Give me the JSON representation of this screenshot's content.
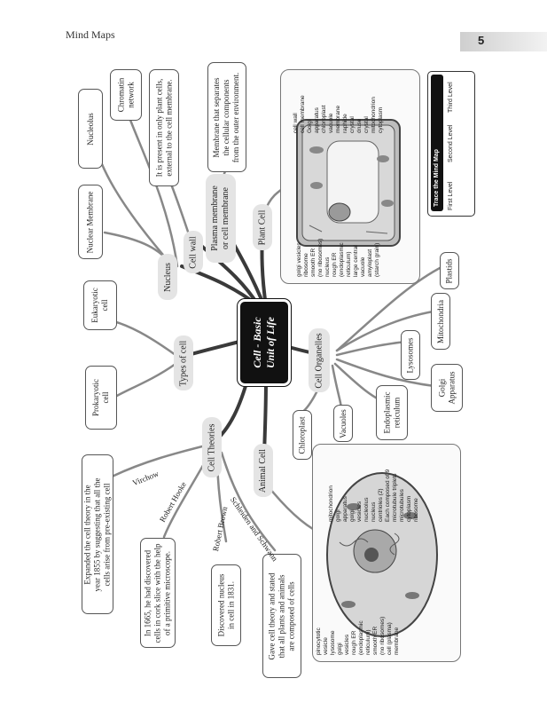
{
  "header": {
    "section": "Mind Maps",
    "page_number": "5"
  },
  "center": {
    "line1": "Cell - Basic",
    "line2": "Unit of Life"
  },
  "branches": {
    "nucleus": "Nucleus",
    "cell_wall": "Cell wall",
    "plasma_membrane": "Plasma membrane\nor cell membrane",
    "plant_cell": "Plant Cell",
    "types_of_cell": "Types of cell",
    "cell_theories": "Cell Theories",
    "animal_cell": "Animal Cell",
    "cell_organelles": "Cell Organelles"
  },
  "leaves": {
    "nucleolus": "Nucleolus",
    "chromatin_network": "Chromatin\nnetwork",
    "nuclear_membrane": "Nuclear Membrane",
    "cell_wall_desc": "It is present in only plant cells,\nexternal to the cell membrane.",
    "membrane_desc": "Membrane that separates\nthe cellular components\nfrom the outer environment.",
    "eukaryotic": "Eukaryotic\ncell",
    "prokaryotic": "Prokaryotic\ncell",
    "virchow_desc": "Expanded the cell theory in the\nyear 1855 by suggesting that all the\ncells arise from pre-existing cell",
    "hooke_desc": "In 1665, he had discovered\ncells in cork slice with the help\nof a primitive microscope.",
    "brown_desc": "Discovered nucleus\nin cell in 1831.",
    "schleiden_desc": "Gave cell theory and stated\nthat all plants and animals\nare composed of cells",
    "chloroplast": "Chloroplast",
    "vacuoles": "Vacuoles",
    "er": "Endoplasmic\nreticulum",
    "golgi": "Golgi\nApparatus",
    "lysosomes": "Lysosomes",
    "mitochondria": "Mitochondria",
    "plastids": "Plastids"
  },
  "scientists": {
    "virchow": "Virchow",
    "hooke": "Robert Hooke",
    "brown": "Robert Brown",
    "schleiden": "Schleiden and Schwann"
  },
  "plant_labels_top": [
    "cell wall",
    "cell membrane",
    "Golgi",
    "apparatus",
    "chloroplast",
    "vacuole",
    "membrane",
    "raphide",
    "crystal",
    "druse",
    "crystal",
    "mitochondrion",
    "cytoplasm"
  ],
  "plant_labels_bottom": [
    "golgi vesicles",
    "ribosome",
    "smooth ER",
    "(no ribosomes)",
    "nucleus",
    "rough ER",
    "(endoplasmic",
    "reticulum)",
    "large central",
    "vacuole",
    "amyloplast",
    "(starch grain)"
  ],
  "animal_labels_top": [
    "mitochondrion",
    "golgi",
    "apparatus",
    "golgi",
    "vesicles",
    "nucleolus",
    "nucleus",
    "centrioles (2)",
    "Each composed of 9",
    "microtubule triplets",
    "microtubules",
    "cytoplasm",
    "ribosome"
  ],
  "animal_labels_bottom": [
    "pinocytotic",
    "vesicle",
    "lysosome",
    "golgi",
    "vesicles",
    "rough ER",
    "(endoplasmic",
    "reticulum)",
    "smooth ER",
    "(no ribosomes)",
    "cell (plasma)",
    "membrane"
  ],
  "key": {
    "title": "Trace the Mind Map",
    "first": "First Level",
    "second": "Second Level",
    "third": "Third Level"
  }
}
